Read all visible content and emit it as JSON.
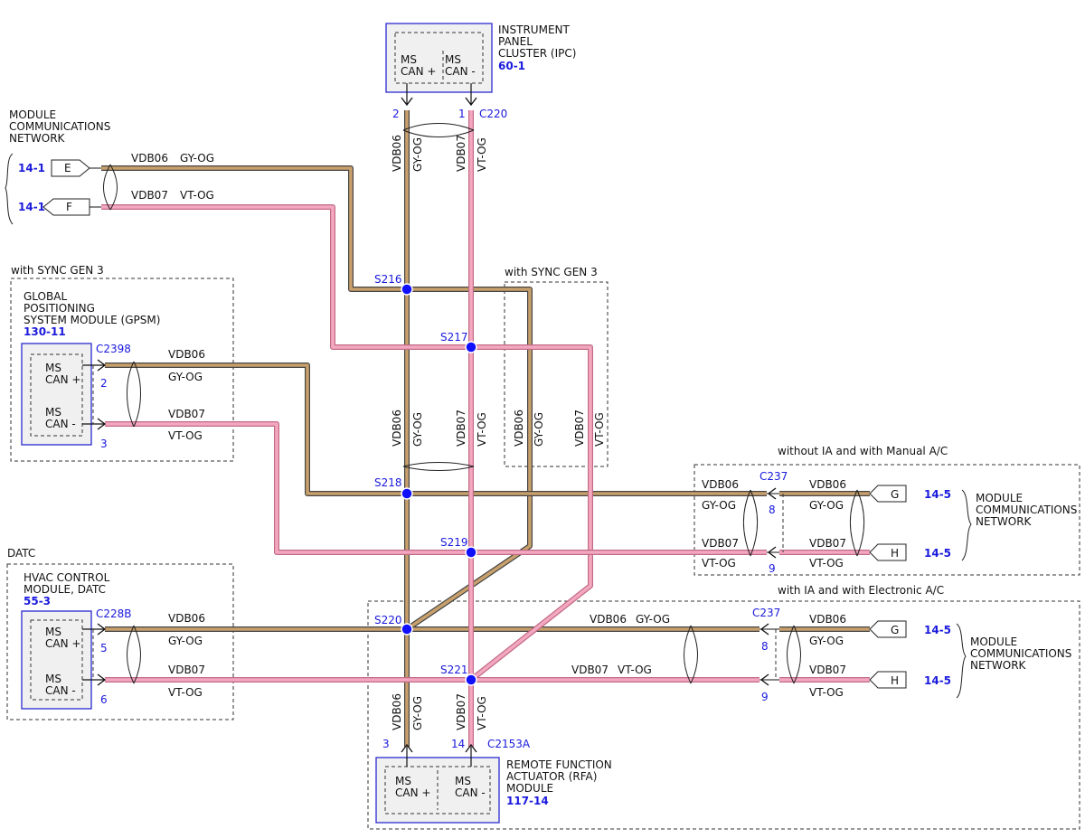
{
  "modules": {
    "ipc": {
      "name_lines": [
        "INSTRUMENT",
        "PANEL",
        "CLUSTER (IPC)"
      ],
      "ref": "60-1",
      "pin_a": [
        "MS",
        "CAN +"
      ],
      "pin_b": [
        "MS",
        "CAN -"
      ],
      "connector": "C220",
      "pins": [
        "2",
        "1"
      ]
    },
    "gpsm": {
      "condition": "with SYNC GEN 3",
      "name_lines": [
        "GLOBAL",
        "POSITIONING",
        "SYSTEM MODULE (GPSM)"
      ],
      "ref": "130-11",
      "pin_a": [
        "MS",
        "CAN +"
      ],
      "pin_b": [
        "MS",
        "CAN -"
      ],
      "connector": "C2398",
      "pins": [
        "2",
        "3"
      ]
    },
    "datc": {
      "condition": "DATC",
      "name_lines": [
        "HVAC CONTROL",
        "MODULE, DATC"
      ],
      "ref": "55-3",
      "pin_a": [
        "MS",
        "CAN +"
      ],
      "pin_b": [
        "MS",
        "CAN -"
      ],
      "connector": "C228B",
      "pins": [
        "5",
        "6"
      ]
    },
    "rfa": {
      "name_lines": [
        "REMOTE FUNCTION",
        "ACTUATOR (RFA)",
        "MODULE"
      ],
      "ref": "117-14",
      "pin_a": [
        "MS",
        "CAN +"
      ],
      "pin_b": [
        "MS",
        "CAN -"
      ],
      "connector": "C2153A",
      "pins": [
        "3",
        "14"
      ]
    }
  },
  "network_left": {
    "label_lines": [
      "MODULE",
      "COMMUNICATIONS",
      "NETWORK"
    ],
    "ref_e": "14-1",
    "ref_f": "14-1",
    "plug_e": "E",
    "plug_f": "F"
  },
  "network_right": {
    "label_lines": [
      "MODULE",
      "COMMUNICATIONS",
      "NETWORK"
    ],
    "ref": "14-5",
    "plug_g": "G",
    "plug_h": "H"
  },
  "wires": {
    "can_hi_circuit": "VDB06",
    "can_hi_color": "GY-OG",
    "can_lo_circuit": "VDB07",
    "can_lo_color": "VT-OG"
  },
  "splices": [
    "S216",
    "S217",
    "S218",
    "S219",
    "S220",
    "S221"
  ],
  "option_boxes": {
    "sync_mid": "with SYNC GEN 3",
    "manual_ac": "without IA and with Manual A/C",
    "electronic_ac": "with IA and with Electronic A/C"
  },
  "right_connector": {
    "name": "C237",
    "pins": [
      "8",
      "9"
    ]
  },
  "colors": {
    "gy_og": "#c8a06c",
    "vt_og": "#f4a8c0",
    "splice": "#1010ff",
    "ref_text": "#1a1adc",
    "module_border": "#2a2ad0"
  }
}
